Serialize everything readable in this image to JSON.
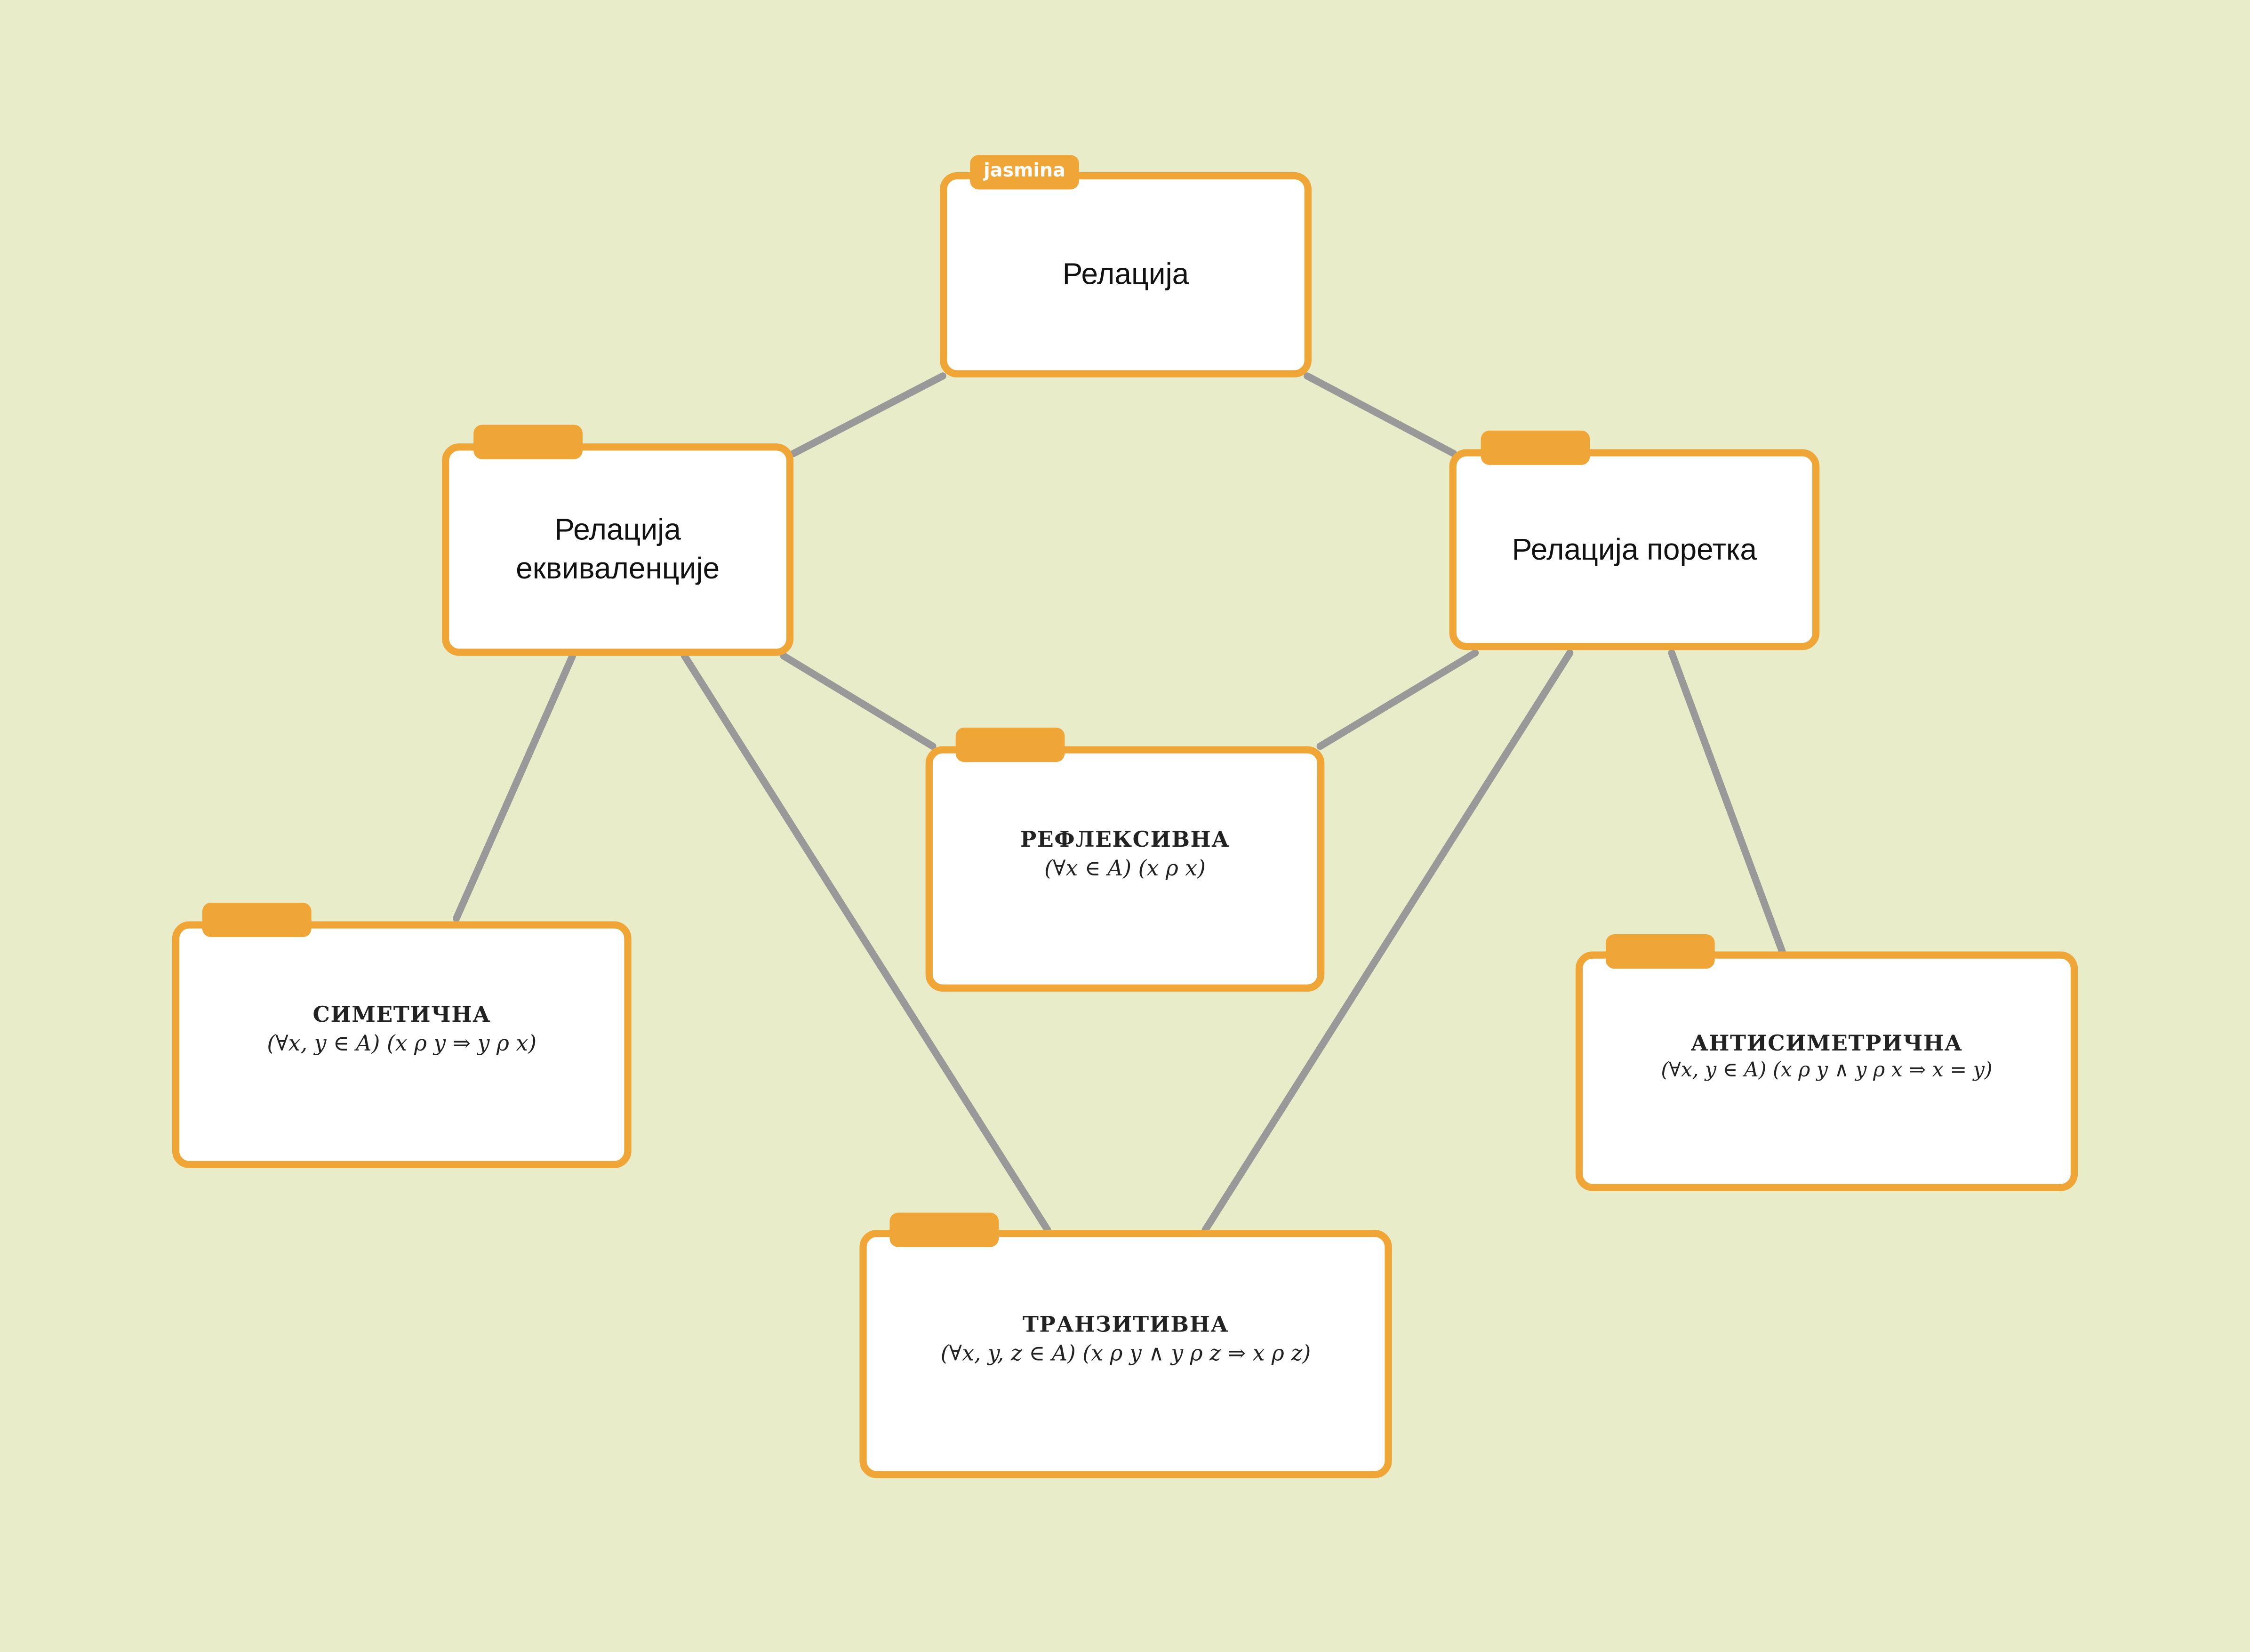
{
  "colors": {
    "background": "#e8ecc8",
    "border": "#f0a637",
    "link": "#999999"
  },
  "author_tag": "jasmina",
  "nodes": {
    "root": {
      "label": "Релација"
    },
    "equivalence": {
      "line1": "Релација",
      "line2": "еквиваленције"
    },
    "order": {
      "label": "Релација поретка"
    },
    "reflexive": {
      "title": "РЕФЛЕКСИВНА",
      "formula": "(∀x ∈ A) (x ρ x)"
    },
    "symmetric": {
      "title": "СИМЕТИЧНА",
      "formula": "(∀x, y ∈ A) (x ρ y ⇒ y ρ x)"
    },
    "antisymmetric": {
      "title": "АНТИСИМЕТРИЧНА",
      "formula": "(∀x, y ∈ A) (x ρ y ∧ y ρ x ⇒ x = y)"
    },
    "transitive": {
      "title": "ТРАНЗИТИВНА",
      "formula": "(∀x, y, z ∈ A) (x ρ y ∧ y ρ z ⇒ x ρ z)"
    }
  }
}
